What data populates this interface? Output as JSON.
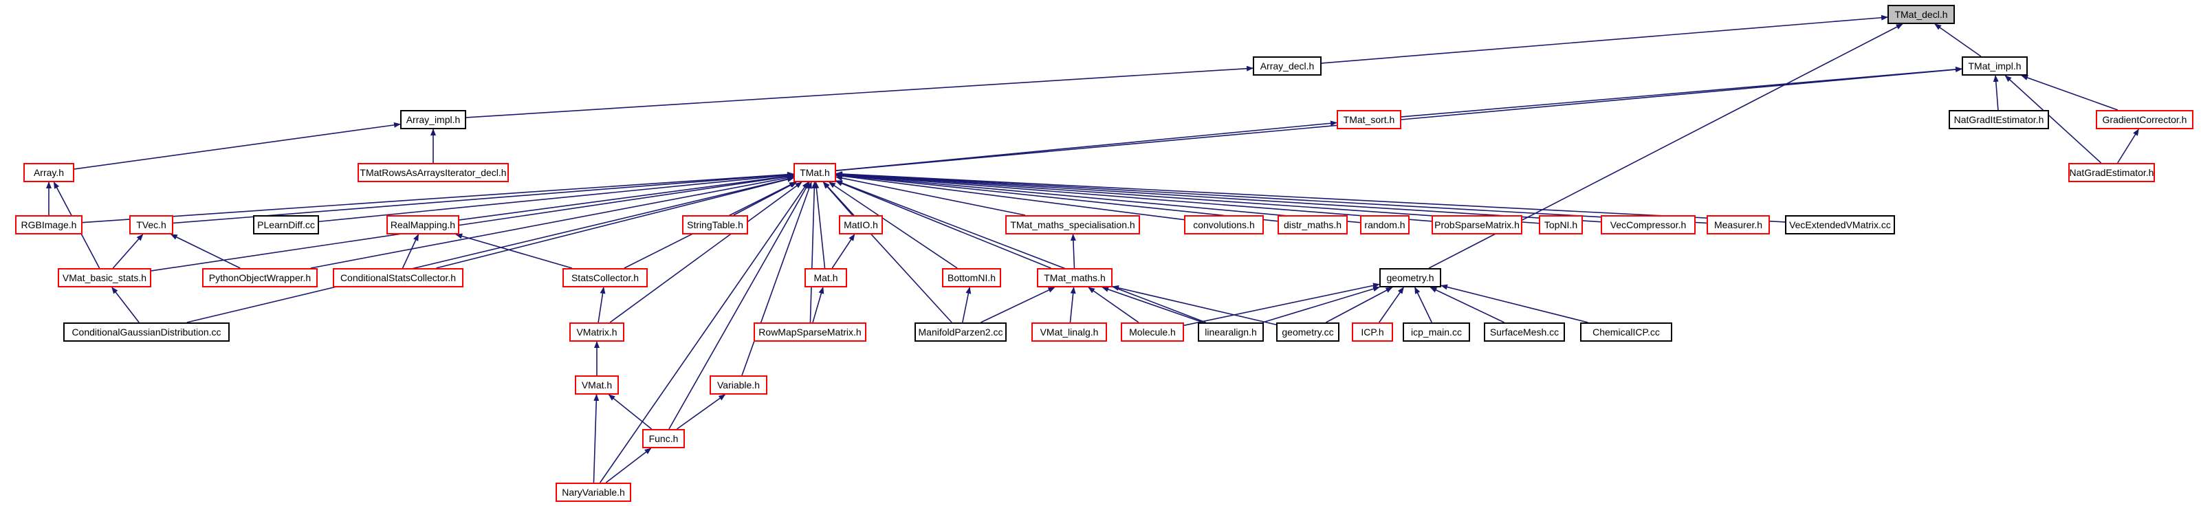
{
  "colors": {
    "edge": "#191970",
    "default_border": "#000000",
    "incomplete_border": "#ff0000",
    "root_fill": "#bfbfbf"
  },
  "nodes": {
    "tmat_decl": {
      "label": "TMat_decl.h",
      "style": "root"
    },
    "array_decl": {
      "label": "Array_decl.h",
      "style": "black"
    },
    "tmat_impl": {
      "label": "TMat_impl.h",
      "style": "black"
    },
    "array_impl": {
      "label": "Array_impl.h",
      "style": "black"
    },
    "tmat_sort": {
      "label": "TMat_sort.h",
      "style": "red"
    },
    "natgradit": {
      "label": "NatGradItEstimator.h",
      "style": "black"
    },
    "gradcorr": {
      "label": "GradientCorrector.h",
      "style": "red"
    },
    "array_h": {
      "label": "Array.h",
      "style": "red"
    },
    "tmatrows": {
      "label": "TMatRowsAsArraysIterator_decl.h",
      "style": "red"
    },
    "natgradest": {
      "label": "NatGradEstimator.h",
      "style": "red"
    },
    "tmat_h": {
      "label": "TMat.h",
      "style": "red"
    },
    "rgbimage": {
      "label": "RGBImage.h",
      "style": "red"
    },
    "tvec": {
      "label": "TVec.h",
      "style": "red"
    },
    "plearndiff": {
      "label": "PLearnDiff.cc",
      "style": "black"
    },
    "realmapping": {
      "label": "RealMapping.h",
      "style": "red"
    },
    "stringtable": {
      "label": "StringTable.h",
      "style": "red"
    },
    "matio": {
      "label": "MatIO.h",
      "style": "red"
    },
    "tmat_maths_spec": {
      "label": "TMat_maths_specialisation.h",
      "style": "red"
    },
    "convolutions": {
      "label": "convolutions.h",
      "style": "red"
    },
    "distr_maths": {
      "label": "distr_maths.h",
      "style": "red"
    },
    "random": {
      "label": "random.h",
      "style": "red"
    },
    "probsparse": {
      "label": "ProbSparseMatrix.h",
      "style": "red"
    },
    "topni": {
      "label": "TopNI.h",
      "style": "red"
    },
    "veccompressor": {
      "label": "VecCompressor.h",
      "style": "red"
    },
    "measurer": {
      "label": "Measurer.h",
      "style": "red"
    },
    "vecextended": {
      "label": "VecExtendedVMatrix.cc",
      "style": "black"
    },
    "vmat_basic": {
      "label": "VMat_basic_stats.h",
      "style": "red"
    },
    "pyobjwrap": {
      "label": "PythonObjectWrapper.h",
      "style": "red"
    },
    "condstats": {
      "label": "ConditionalStatsCollector.h",
      "style": "red"
    },
    "statscoll": {
      "label": "StatsCollector.h",
      "style": "red"
    },
    "mat_h": {
      "label": "Mat.h",
      "style": "red"
    },
    "bottomni": {
      "label": "BottomNI.h",
      "style": "red"
    },
    "tmat_maths": {
      "label": "TMat_maths.h",
      "style": "red"
    },
    "geometry_h": {
      "label": "geometry.h",
      "style": "black"
    },
    "condgauss": {
      "label": "ConditionalGaussianDistribution.cc",
      "style": "black"
    },
    "vmatrix": {
      "label": "VMatrix.h",
      "style": "red"
    },
    "rowmapsparse": {
      "label": "RowMapSparseMatrix.h",
      "style": "red"
    },
    "manifoldparzen": {
      "label": "ManifoldParzen2.cc",
      "style": "black"
    },
    "vmat_linalg": {
      "label": "VMat_linalg.h",
      "style": "red"
    },
    "molecule": {
      "label": "Molecule.h",
      "style": "red"
    },
    "linearalign": {
      "label": "linearalign.h",
      "style": "black"
    },
    "geometry_cc": {
      "label": "geometry.cc",
      "style": "black"
    },
    "icp_h": {
      "label": "ICP.h",
      "style": "red"
    },
    "icp_main": {
      "label": "icp_main.cc",
      "style": "black"
    },
    "surfacemesh": {
      "label": "SurfaceMesh.cc",
      "style": "black"
    },
    "chemicalicp": {
      "label": "ChemicalICP.cc",
      "style": "black"
    },
    "vmat_h": {
      "label": "VMat.h",
      "style": "red"
    },
    "variable": {
      "label": "Variable.h",
      "style": "red"
    },
    "func": {
      "label": "Func.h",
      "style": "red"
    },
    "naryvariable": {
      "label": "NaryVariable.h",
      "style": "red"
    }
  },
  "edges": [
    [
      "array_decl",
      "tmat_decl"
    ],
    [
      "tmat_impl",
      "tmat_decl"
    ],
    [
      "geometry_h",
      "tmat_decl"
    ],
    [
      "array_impl",
      "array_decl"
    ],
    [
      "tmat_h",
      "tmat_impl"
    ],
    [
      "tmat_sort",
      "tmat_impl"
    ],
    [
      "natgradit",
      "tmat_impl"
    ],
    [
      "gradcorr",
      "tmat_impl"
    ],
    [
      "natgradest",
      "tmat_impl"
    ],
    [
      "natgradest",
      "gradcorr"
    ],
    [
      "array_h",
      "array_impl"
    ],
    [
      "tmatrows",
      "array_impl"
    ],
    [
      "tmat_h",
      "tmat_sort"
    ],
    [
      "rgbimage",
      "array_h"
    ],
    [
      "vmat_basic",
      "array_h"
    ],
    [
      "rgbimage",
      "tmat_h"
    ],
    [
      "tvec",
      "tmat_h"
    ],
    [
      "plearndiff",
      "tmat_h"
    ],
    [
      "realmapping",
      "tmat_h"
    ],
    [
      "stringtable",
      "tmat_h"
    ],
    [
      "matio",
      "tmat_h"
    ],
    [
      "tmat_maths_spec",
      "tmat_h"
    ],
    [
      "convolutions",
      "tmat_h"
    ],
    [
      "distr_maths",
      "tmat_h"
    ],
    [
      "random",
      "tmat_h"
    ],
    [
      "probsparse",
      "tmat_h"
    ],
    [
      "topni",
      "tmat_h"
    ],
    [
      "veccompressor",
      "tmat_h"
    ],
    [
      "measurer",
      "tmat_h"
    ],
    [
      "vecextended",
      "tmat_h"
    ],
    [
      "vmat_basic",
      "tmat_h"
    ],
    [
      "pyobjwrap",
      "tmat_h"
    ],
    [
      "condstats",
      "tmat_h"
    ],
    [
      "statscoll",
      "tmat_h"
    ],
    [
      "mat_h",
      "tmat_h"
    ],
    [
      "bottomni",
      "tmat_h"
    ],
    [
      "tmat_maths",
      "tmat_h"
    ],
    [
      "condgauss",
      "tmat_h"
    ],
    [
      "vmatrix",
      "tmat_h"
    ],
    [
      "rowmapsparse",
      "tmat_h"
    ],
    [
      "manifoldparzen",
      "tmat_h"
    ],
    [
      "linearalign",
      "tmat_h"
    ],
    [
      "variable",
      "tmat_h"
    ],
    [
      "func",
      "tmat_h"
    ],
    [
      "naryvariable",
      "tmat_h"
    ],
    [
      "vmat_basic",
      "tvec"
    ],
    [
      "pyobjwrap",
      "tvec"
    ],
    [
      "condstats",
      "realmapping"
    ],
    [
      "statscoll",
      "realmapping"
    ],
    [
      "mat_h",
      "matio"
    ],
    [
      "rowmapsparse",
      "mat_h"
    ],
    [
      "tmat_maths",
      "tmat_maths_spec"
    ],
    [
      "manifoldparzen",
      "bottomni"
    ],
    [
      "condgauss",
      "vmat_basic"
    ],
    [
      "vmatrix",
      "statscoll"
    ],
    [
      "vmat_h",
      "vmatrix"
    ],
    [
      "manifoldparzen",
      "tmat_maths"
    ],
    [
      "vmat_linalg",
      "tmat_maths"
    ],
    [
      "molecule",
      "tmat_maths"
    ],
    [
      "linearalign",
      "tmat_maths"
    ],
    [
      "geometry_cc",
      "tmat_maths"
    ],
    [
      "molecule",
      "geometry_h"
    ],
    [
      "linearalign",
      "geometry_h"
    ],
    [
      "geometry_cc",
      "geometry_h"
    ],
    [
      "icp_h",
      "geometry_h"
    ],
    [
      "icp_main",
      "geometry_h"
    ],
    [
      "surfacemesh",
      "geometry_h"
    ],
    [
      "chemicalicp",
      "geometry_h"
    ],
    [
      "func",
      "vmat_h"
    ],
    [
      "naryvariable",
      "vmat_h"
    ],
    [
      "func",
      "variable"
    ],
    [
      "naryvariable",
      "func"
    ]
  ]
}
